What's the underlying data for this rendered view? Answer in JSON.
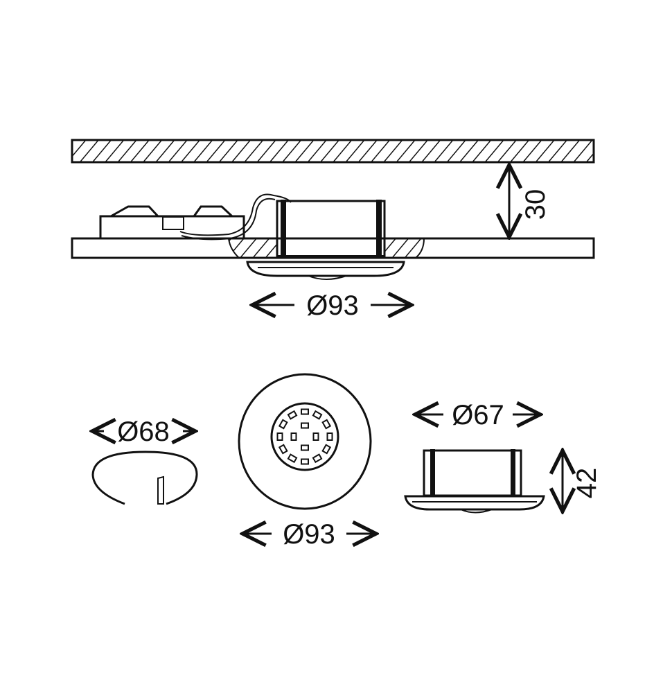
{
  "colors": {
    "line": "#111111",
    "background": "#ffffff"
  },
  "installation_view": {
    "ceiling_clearance_label": "30",
    "bezel_diameter_label": "Ø93"
  },
  "bottom_views": {
    "spring_clip_diameter_label": "Ø68",
    "front_diameter_label": "Ø93",
    "housing_diameter_label": "Ø67",
    "height_label": "42"
  }
}
